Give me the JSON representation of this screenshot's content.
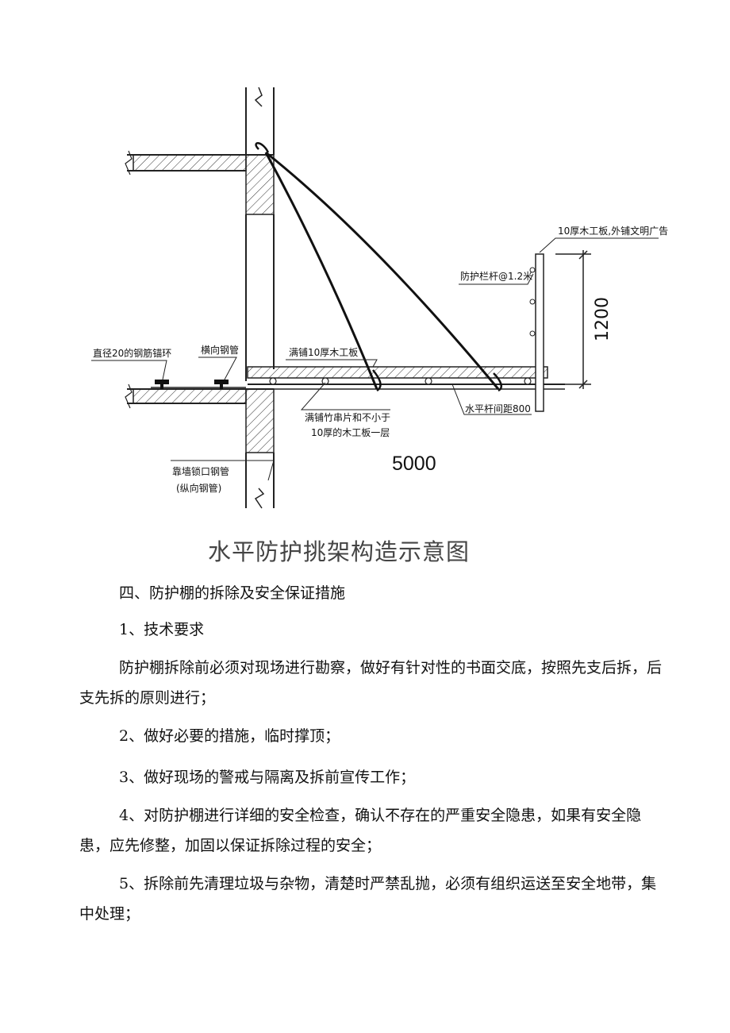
{
  "diagram": {
    "labels": {
      "top_board": "10厚木工板,外铺文明广告",
      "railing": "防护栏杆@1.2米",
      "dim_vertical": "1200",
      "steel_ring": "直径20的钢筋锚环",
      "cross_pipe": "横向钢管",
      "full_board": "满铺10厚木工板",
      "bamboo_line1": "满铺竹串片和不小于",
      "bamboo_line2": "10厚的木工板一层",
      "spacing": "水平杆间距800",
      "dim_horizontal": "5000",
      "lock_pipe_line1": "靠墙锁口钢管",
      "lock_pipe_line2": "(纵向钢管)"
    },
    "caption": "水平防护挑架构造示意图"
  },
  "content": {
    "heading": "四、防护棚的拆除及安全保证措施",
    "subheading": "1、技术要求",
    "intro": "防护棚拆除前必须对现场进行勘察，做好有针对性的书面交底，按照先支后拆，后支先拆的原则进行；",
    "items": [
      "2、做好必要的措施，临时撑顶；",
      "3、做好现场的警戒与隔离及拆前宣传工作；",
      "4、对防护棚进行详细的安全检查，确认不存在的严重安全隐患，如果有安全隐患，应先修整，加固以保证拆除过程的安全；",
      "5、拆除前先清理垃圾与杂物，清楚时严禁乱抛，必须有组织运送至安全地带，集中处理；"
    ]
  }
}
